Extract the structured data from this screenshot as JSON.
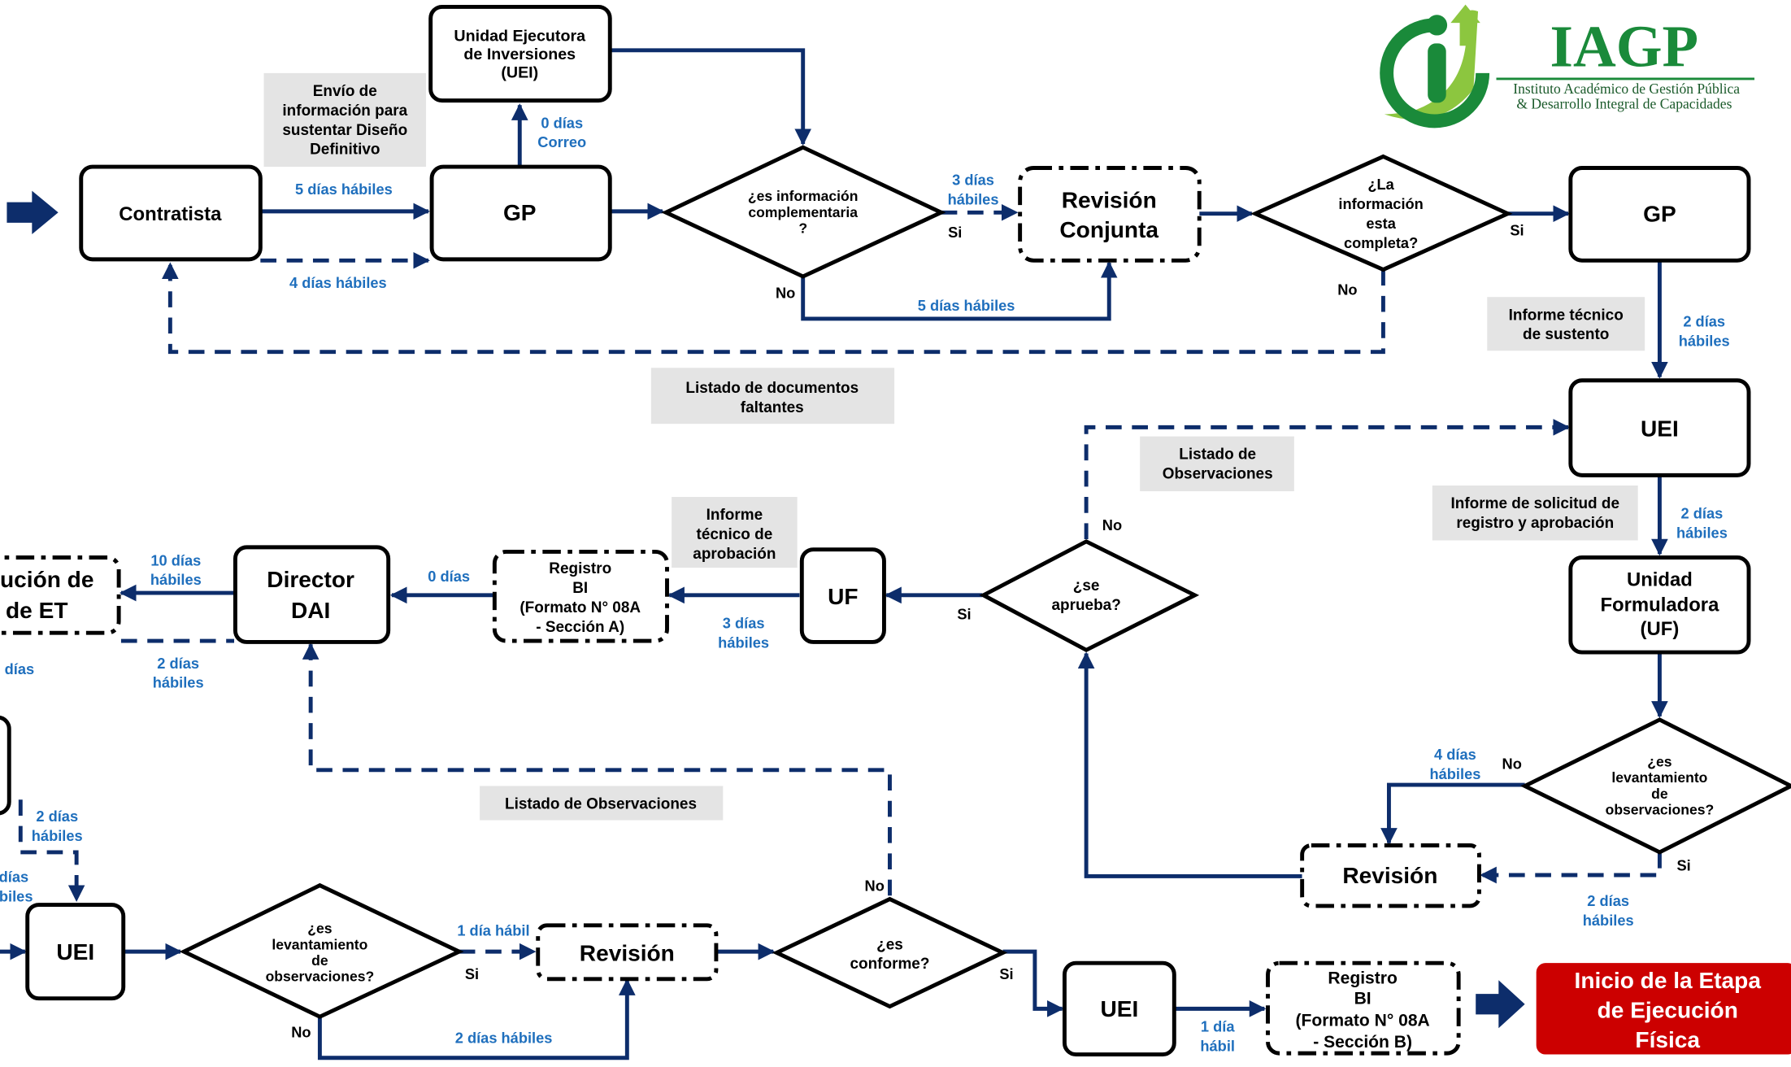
{
  "colors": {
    "line": "#0d2d6b",
    "label": "#1f6fbd",
    "note_bg": "#e4e4e4",
    "final_bg": "#cc0000",
    "logo_green": "#1a8a3a",
    "logo_light": "#8cc63f"
  },
  "logo": {
    "acronym": "IAGP",
    "line1": "Instituto Académico de Gestión Pública",
    "line2": "& Desarrollo Integral de Capacidades"
  },
  "nodes": {
    "contratista": "Contratista",
    "gp_1": "GP",
    "uei_top": [
      "Unidad Ejecutora",
      "de Inversiones",
      "(UEI)"
    ],
    "dec_info_comp": [
      "¿es información",
      "complementaria",
      "?"
    ],
    "revision_conjunta": [
      "Revisión",
      "Conjunta"
    ],
    "dec_info_completa": [
      "¿La",
      "información",
      "esta",
      "completa?"
    ],
    "gp_2": "GP",
    "uei_right": "UEI",
    "uf_right": [
      "Unidad",
      "Formuladora",
      "(UF)"
    ],
    "dec_lev_right": [
      "¿es",
      "levantamiento",
      "de",
      "observaciones?"
    ],
    "revision_right": "Revisión",
    "dec_aprueba": [
      "¿se",
      "aprueba?"
    ],
    "uf_mid": "UF",
    "registro_a": [
      "Registro",
      "BI",
      "(Formato N° 08A",
      "- Sección A)"
    ],
    "director": [
      "Director",
      "DAI"
    ],
    "aprobacion_cut": [
      "ución de",
      "de ET"
    ],
    "uei_bottom_left": "UEI",
    "dec_lev_bottom": [
      "¿es",
      "levantamiento",
      "de",
      "observaciones?"
    ],
    "revision_bottom": "Revisión",
    "dec_conforme": [
      "¿es",
      "conforme?"
    ],
    "uei_bottom_right": "UEI",
    "registro_b": [
      "Registro",
      "BI",
      "(Formato N° 08A",
      "- Sección B)"
    ],
    "inicio": [
      "Inicio de la Etapa",
      "de Ejecución",
      "Física"
    ]
  },
  "notes": {
    "envio": [
      "Envío de",
      "información para",
      "sustentar Diseño",
      "Definitivo"
    ],
    "listado_faltantes": [
      "Listado de documentos",
      "faltantes"
    ],
    "informe_sustento": [
      "Informe técnico",
      "de sustento"
    ],
    "listado_obs_1": [
      "Listado de",
      "Observaciones"
    ],
    "informe_solicitud": [
      "Informe de solicitud de",
      "registro y aprobación"
    ],
    "informe_aprobacion": [
      "Informe",
      "técnico de",
      "aprobación"
    ],
    "listado_obs_2": [
      "Listado de Observaciones"
    ]
  },
  "edge_labels": {
    "c_gp_5": "5 días hábiles",
    "c_gp_4": "4 días hábiles",
    "gp_uei_0": [
      "0 días",
      "Correo"
    ],
    "dec_rev_3": [
      "3 días",
      "hábiles"
    ],
    "dec_no_5": "5 días hábiles",
    "gp_uei_2": [
      "2 días",
      "hábiles"
    ],
    "uei_uf_2": [
      "2 días",
      "hábiles"
    ],
    "lev_no_4": [
      "4 días",
      "hábiles"
    ],
    "lev_si_2": [
      "2 días",
      "hábiles"
    ],
    "uf_reg_3": [
      "3 días",
      "hábiles"
    ],
    "reg_dir_0": "0 días",
    "dir_res_10": [
      "10 días",
      "hábiles"
    ],
    "res_dir_2": [
      "2 días",
      "hábiles"
    ],
    "cut_dias": "días",
    "cut_2dias": [
      "2 días",
      "hábiles"
    ],
    "cut_dias_hab": [
      "días",
      "biles"
    ],
    "lev_rev_1": "1 día hábil",
    "lev_no_2": "2 días hábiles",
    "uei_reg_1": [
      "1 día",
      "hábil"
    ]
  },
  "branch_labels": {
    "si": "Si",
    "no": "No"
  }
}
